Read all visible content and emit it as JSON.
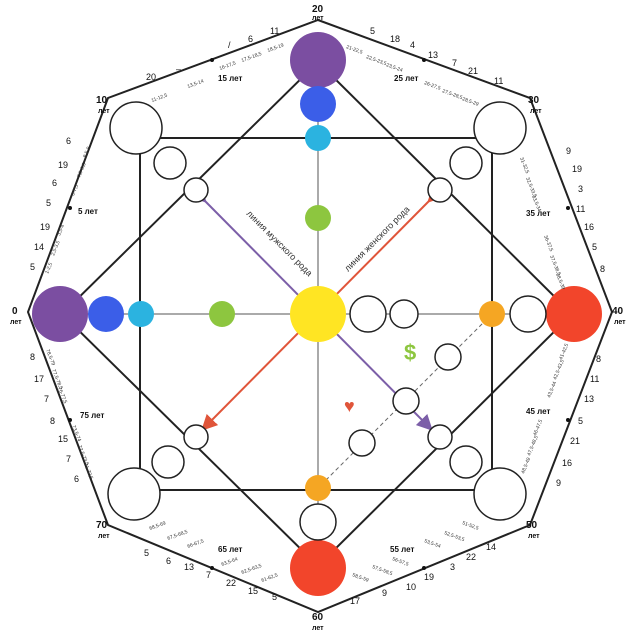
{
  "colors": {
    "violet": "#7b4ea1",
    "blue": "#3b5ee8",
    "cyan": "#2bb3e0",
    "green": "#8dc63f",
    "yellow": "#ffe523",
    "orange": "#f5a623",
    "red": "#f2452b",
    "arrow_red": "#e0553a",
    "arrow_violet": "#7c5fa8"
  },
  "age_labels": [
    {
      "key": "age0",
      "value": "0"
    },
    {
      "key": "age0l",
      "value": "лет"
    },
    {
      "key": "age10",
      "value": "10"
    },
    {
      "key": "age10l",
      "value": "лет"
    },
    {
      "key": "age20",
      "value": "20"
    },
    {
      "key": "age20l",
      "value": "лет"
    },
    {
      "key": "age30",
      "value": "30"
    },
    {
      "key": "age30l",
      "value": "лет"
    },
    {
      "key": "age40",
      "value": "40"
    },
    {
      "key": "age40l",
      "value": "лет"
    },
    {
      "key": "age50",
      "value": "50"
    },
    {
      "key": "age50l",
      "value": "лет"
    },
    {
      "key": "age60",
      "value": "60"
    },
    {
      "key": "age60l",
      "value": "лет"
    },
    {
      "key": "age70",
      "value": "70"
    },
    {
      "key": "age70l",
      "value": "лет"
    }
  ],
  "sub_ages": [
    {
      "key": "a5",
      "value": "5 лет"
    },
    {
      "key": "a15",
      "value": "15 лет"
    },
    {
      "key": "a25",
      "value": "25 лет"
    },
    {
      "key": "a35",
      "value": "35 лет"
    },
    {
      "key": "a45",
      "value": "45 лет"
    },
    {
      "key": "a55",
      "value": "55 лет"
    },
    {
      "key": "a65",
      "value": "65 лет"
    },
    {
      "key": "a75",
      "value": "75 лет"
    }
  ],
  "numbers": [
    {
      "key": "n_top1",
      "value": "11"
    },
    {
      "key": "n_top2",
      "value": "6"
    },
    {
      "key": "n_top3",
      "value": "/"
    },
    {
      "key": "n_top4",
      "value": "20"
    },
    {
      "key": "n_top5",
      "value": "–"
    },
    {
      "key": "n_tr1",
      "value": "5"
    },
    {
      "key": "n_tr2",
      "value": "18"
    },
    {
      "key": "n_tr3",
      "value": "4"
    },
    {
      "key": "n_tr4",
      "value": "13"
    },
    {
      "key": "n_tr5",
      "value": "7"
    },
    {
      "key": "n_tr6",
      "value": "21"
    },
    {
      "key": "n_tr7",
      "value": "11"
    },
    {
      "key": "n_l1",
      "value": "6"
    },
    {
      "key": "n_l2",
      "value": "19"
    },
    {
      "key": "n_l3",
      "value": "6"
    },
    {
      "key": "n_l4",
      "value": "5"
    },
    {
      "key": "n_l5",
      "value": "19"
    },
    {
      "key": "n_l6",
      "value": "14"
    },
    {
      "key": "n_l7",
      "value": "5"
    },
    {
      "key": "n_r1",
      "value": "9"
    },
    {
      "key": "n_r2",
      "value": "19"
    },
    {
      "key": "n_r3",
      "value": "3"
    },
    {
      "key": "n_r4",
      "value": "11"
    },
    {
      "key": "n_r5",
      "value": "16"
    },
    {
      "key": "n_r6",
      "value": "5"
    },
    {
      "key": "n_r7",
      "value": "8"
    },
    {
      "key": "n_rb1",
      "value": "8"
    },
    {
      "key": "n_rb2",
      "value": "11"
    },
    {
      "key": "n_rb3",
      "value": "13"
    },
    {
      "key": "n_rb4",
      "value": "5"
    },
    {
      "key": "n_rb5",
      "value": "21"
    },
    {
      "key": "n_rb6",
      "value": "16"
    },
    {
      "key": "n_rb7",
      "value": "9"
    },
    {
      "key": "n_lb1",
      "value": "8"
    },
    {
      "key": "n_lb2",
      "value": "17"
    },
    {
      "key": "n_lb3",
      "value": "7"
    },
    {
      "key": "n_lb4",
      "value": "8"
    },
    {
      "key": "n_lb5",
      "value": "15"
    },
    {
      "key": "n_lb6",
      "value": "7"
    },
    {
      "key": "n_lb7",
      "value": "6"
    },
    {
      "key": "n_b1",
      "value": "5"
    },
    {
      "key": "n_b2",
      "value": "6"
    },
    {
      "key": "n_b3",
      "value": "13"
    },
    {
      "key": "n_b4",
      "value": "7"
    },
    {
      "key": "n_b5",
      "value": "22"
    },
    {
      "key": "n_b6",
      "value": "15"
    },
    {
      "key": "n_b7",
      "value": "5"
    },
    {
      "key": "n_br1",
      "value": "14"
    },
    {
      "key": "n_br2",
      "value": "22"
    },
    {
      "key": "n_br3",
      "value": "3"
    },
    {
      "key": "n_br4",
      "value": "19"
    },
    {
      "key": "n_br5",
      "value": "10"
    },
    {
      "key": "n_br6",
      "value": "9"
    },
    {
      "key": "n_br7",
      "value": "17"
    }
  ],
  "ranges": [
    {
      "key": "r1",
      "value": "18,5-19"
    },
    {
      "key": "r2",
      "value": "17,5-18,5"
    },
    {
      "key": "r3",
      "value": "16-17,5"
    },
    {
      "key": "r4",
      "value": "13,5-14"
    },
    {
      "key": "r5",
      "value": "11-12,5"
    },
    {
      "key": "r6",
      "value": "21-22,5"
    },
    {
      "key": "r7",
      "value": "22,5-23,5"
    },
    {
      "key": "r8",
      "value": "23,5-24"
    },
    {
      "key": "r9",
      "value": "26-27,5"
    },
    {
      "key": "r10",
      "value": "27,5-28,5"
    },
    {
      "key": "r11",
      "value": "28,5-29"
    },
    {
      "key": "r12",
      "value": "8,5-9"
    },
    {
      "key": "r13",
      "value": "7,5-8,5"
    },
    {
      "key": "r14",
      "value": "6-7,5"
    },
    {
      "key": "r15",
      "value": "3,5-4"
    },
    {
      "key": "r16",
      "value": "2,5-3,5"
    },
    {
      "key": "r17",
      "value": "1-2,5"
    },
    {
      "key": "r18",
      "value": "31-32,5"
    },
    {
      "key": "r19",
      "value": "32,5-33,5"
    },
    {
      "key": "r20",
      "value": "33,5-34"
    },
    {
      "key": "r21",
      "value": "36-37,5"
    },
    {
      "key": "r22",
      "value": "37,5-38,5"
    },
    {
      "key": "r23",
      "value": "38,5-39"
    },
    {
      "key": "r24",
      "value": "41-42,5"
    },
    {
      "key": "r25",
      "value": "42,5-43,5"
    },
    {
      "key": "r26",
      "value": "43,5-44"
    },
    {
      "key": "r27",
      "value": "46-47,5"
    },
    {
      "key": "r28",
      "value": "47,5-48,5"
    },
    {
      "key": "r29",
      "value": "48,5-49"
    },
    {
      "key": "r30",
      "value": "78,5-79"
    },
    {
      "key": "r31",
      "value": "77,5-78,5"
    },
    {
      "key": "r32",
      "value": "76-77,5"
    },
    {
      "key": "r33",
      "value": "73,5-74"
    },
    {
      "key": "r34",
      "value": "72,5-73,5"
    },
    {
      "key": "r35",
      "value": "71-72,5"
    },
    {
      "key": "r36",
      "value": "68,5-69"
    },
    {
      "key": "r37",
      "value": "67,5-68,5"
    },
    {
      "key": "r38",
      "value": "66-67,5"
    },
    {
      "key": "r39",
      "value": "63,5-64"
    },
    {
      "key": "r40",
      "value": "62,5-63,5"
    },
    {
      "key": "r41",
      "value": "61-62,5"
    },
    {
      "key": "r42",
      "value": "51-52,5"
    },
    {
      "key": "r43",
      "value": "52,5-53,5"
    },
    {
      "key": "r44",
      "value": "53,5-54"
    },
    {
      "key": "r45",
      "value": "56-57,5"
    },
    {
      "key": "r46",
      "value": "57,5-58,5"
    },
    {
      "key": "r47",
      "value": "58,5-59"
    }
  ],
  "lines": {
    "male": "линия мужского рода",
    "female": "линия женского рода"
  },
  "symbols": {
    "dollar": "$",
    "heart": "♥"
  }
}
